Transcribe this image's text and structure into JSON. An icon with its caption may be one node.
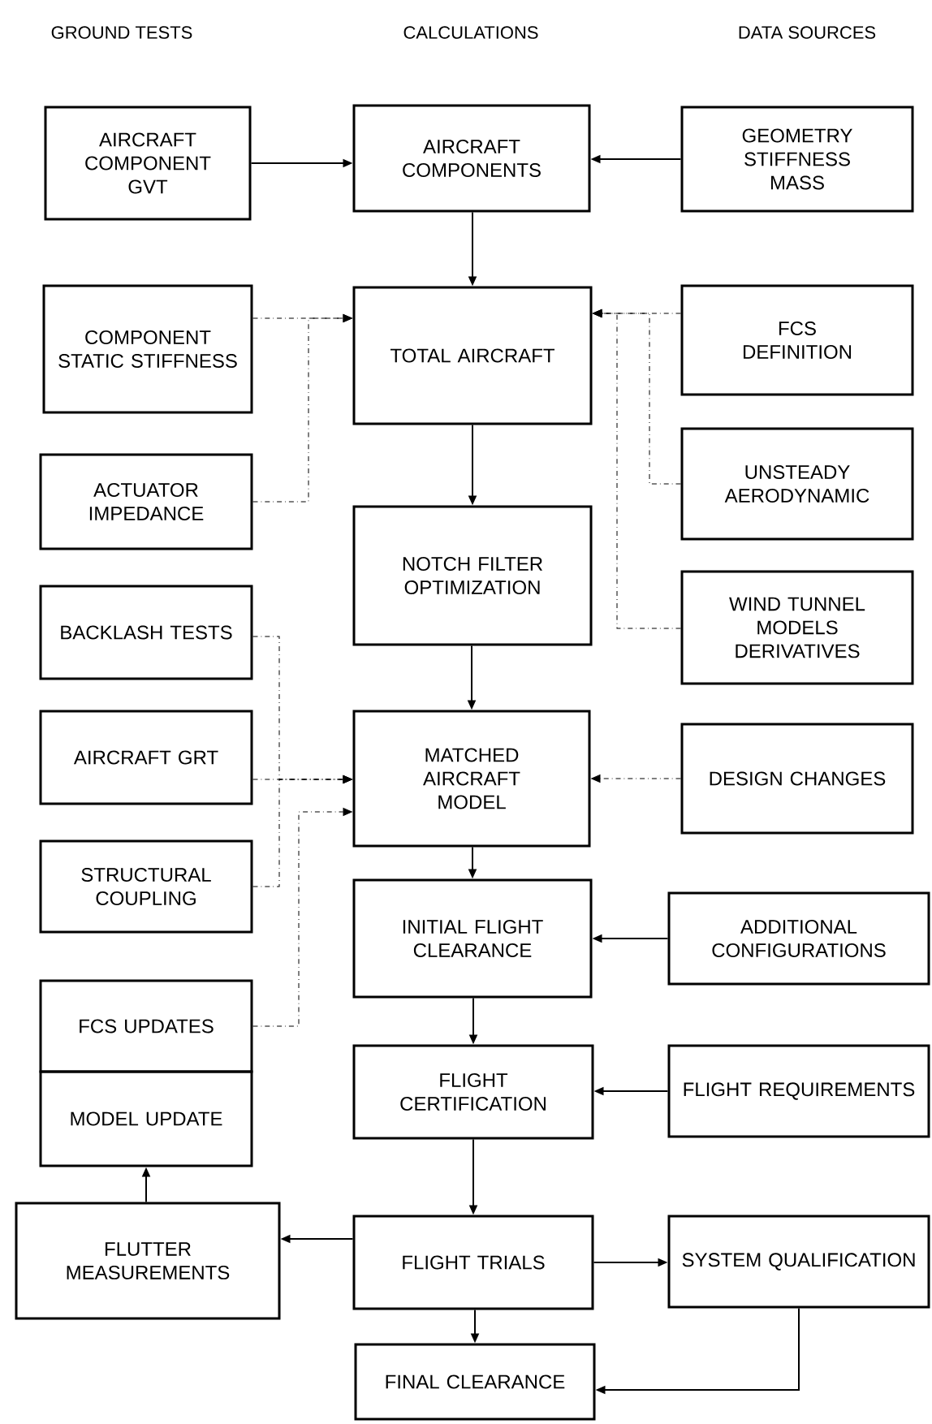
{
  "diagram": {
    "nodes": [
      {
        "text": [
          "AIRCRAFT COMPONENT GVT"
        ]
      },
      {
        "text": [
          "AIRCRAFT COMPONENTS"
        ]
      },
      {
        "text": [
          "GEOMETRY STIFFNESS MASS"
        ]
      },
      {
        "text": [
          "COMPONENT STATIC STIFFNESS"
        ]
      },
      {
        "text": [
          "TOTAL AIRCRAFT"
        ]
      },
      {
        "text": [
          "FCS DEFINITION"
        ]
      },
      {
        "text": [
          "ACTUATOR IMPEDANCE"
        ]
      },
      {
        "text": [
          "NOTCH FILTER OPTIMIZATION"
        ]
      },
      {
        "text": [
          "UNSTEADY AERODYNAMIC"
        ]
      },
      {
        "text": [
          "BACKLASH TESTS"
        ]
      },
      {
        "text": [
          "WIND TUNNEL MODELS DERIVATIVES"
        ]
      },
      {
        "text": [
          "AIRCRAFT GRT"
        ]
      },
      {
        "text": [
          "MATCHED AIRCRAFT MODEL"
        ]
      },
      {
        "text": [
          "DESIGN CHANGES"
        ]
      },
      {
        "text": [
          "STRUCTURAL COUPLING"
        ]
      },
      {
        "text": [
          "INITIAL FLIGHT CLEARANCE"
        ]
      },
      {
        "text": [
          "ADDITIONAL CONFIGURATIONS"
        ]
      },
      {
        "text": [
          "FCS UPDATES"
        ]
      },
      {
        "text": [
          "MODEL UPDATE"
        ]
      },
      {
        "text": [
          "FLIGHT CERTIFICATION"
        ]
      },
      {
        "text": [
          "FLIGHT REQUIREMENTS"
        ]
      },
      {
        "text": [
          "FLUTTER MEASUREMENTS"
        ]
      },
      {
        "text": [
          "FLIGHT TRIALS"
        ]
      },
      {
        "text": [
          "SYSTEM QUALIFICATION"
        ]
      },
      {
        "text": [
          "FINAL CLEARANCE"
        ]
      }
    ],
    "edges": [
      {
        "from": 0,
        "to": 1,
        "arrow": "to"
      },
      {
        "from": 2,
        "to": 1,
        "arrow": "to"
      },
      {
        "from": 1,
        "to": 4,
        "arrow": "to"
      },
      {
        "from": 3,
        "to": 4,
        "arrow": "to",
        "style": "dashed"
      },
      {
        "from": 6,
        "to": 4,
        "arrow": "to",
        "style": "dashed"
      },
      {
        "from": 5,
        "to": 4,
        "arrow": "to",
        "style": "dashed"
      },
      {
        "from": 8,
        "to": 4,
        "arrow": "to",
        "style": "dashed"
      },
      {
        "from": 10,
        "to": 4,
        "arrow": "to",
        "style": "dashed"
      },
      {
        "from": 4,
        "to": 7,
        "arrow": "to"
      },
      {
        "from": 7,
        "to": 12,
        "arrow": "to"
      },
      {
        "from": 9,
        "to": 12,
        "arrow": "to",
        "style": "dashed"
      },
      {
        "from": 11,
        "to": 12,
        "arrow": "to",
        "style": "dashed"
      },
      {
        "from": 14,
        "to": 12,
        "arrow": "to",
        "style": "dashed"
      },
      {
        "from": 17,
        "to": 12,
        "arrow": "to",
        "style": "dashed"
      },
      {
        "from": 13,
        "to": 12,
        "arrow": "to",
        "style": "dashed"
      },
      {
        "from": 12,
        "to": 15,
        "arrow": "to"
      },
      {
        "from": 16,
        "to": 15,
        "arrow": "to"
      },
      {
        "from": 15,
        "to": 19,
        "arrow": "to"
      },
      {
        "from": 20,
        "to": 19,
        "arrow": "to"
      },
      {
        "from": 19,
        "to": 22,
        "arrow": "to"
      },
      {
        "from": 22,
        "to": 21,
        "arrow": "to"
      },
      {
        "from": 21,
        "to": 18,
        "arrow": "to"
      },
      {
        "from": 22,
        "to": 23,
        "arrow": "to"
      },
      {
        "from": 23,
        "to": 24,
        "arrow": "to"
      },
      {
        "from": 22,
        "to": 24,
        "arrow": "to"
      }
    ],
    "labels": [
      "GROUND TESTS",
      "CALCULATIONS",
      "DATA SOURCES"
    ]
  }
}
